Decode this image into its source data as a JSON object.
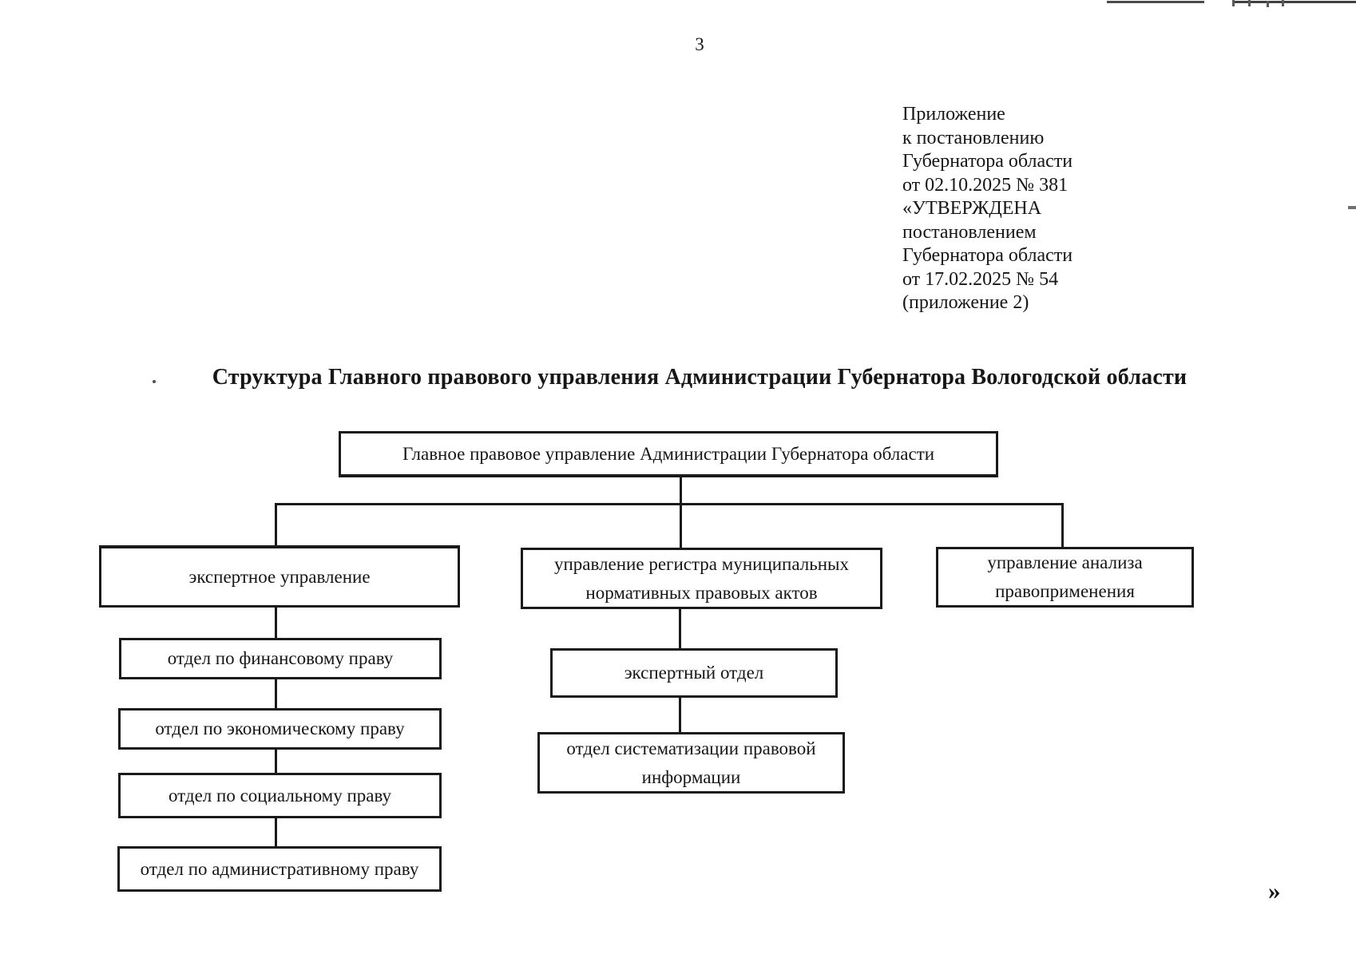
{
  "page": {
    "number": "3",
    "continuation_mark": "»"
  },
  "header_block": {
    "lines": [
      "Приложение",
      "к постановлению",
      "Губернатора области",
      "от 02.10.2025 № 381",
      "«УТВЕРЖДЕНА",
      "постановлением",
      "Губернатора области",
      "от 17.02.2025 № 54",
      "(приложение 2)"
    ]
  },
  "title": "Структура Главного правового управления Администрации Губернатора Вологодской области",
  "chart": {
    "root": "Главное правовое управление Администрации Губернатора области",
    "branches": [
      {
        "label": "экспертное управление",
        "children": [
          "отдел по финансовому праву",
          "отдел по экономическому праву",
          "отдел по социальному праву",
          "отдел по административному праву"
        ]
      },
      {
        "label": "управление регистра муниципальных нормативных правовых актов",
        "children": [
          "экспертный отдел",
          "отдел систематизации правовой информации"
        ]
      },
      {
        "label": "управление анализа правоприменения",
        "children": []
      }
    ]
  },
  "colors": {
    "ink": "#1a1a1a",
    "paper": "#ffffff"
  }
}
